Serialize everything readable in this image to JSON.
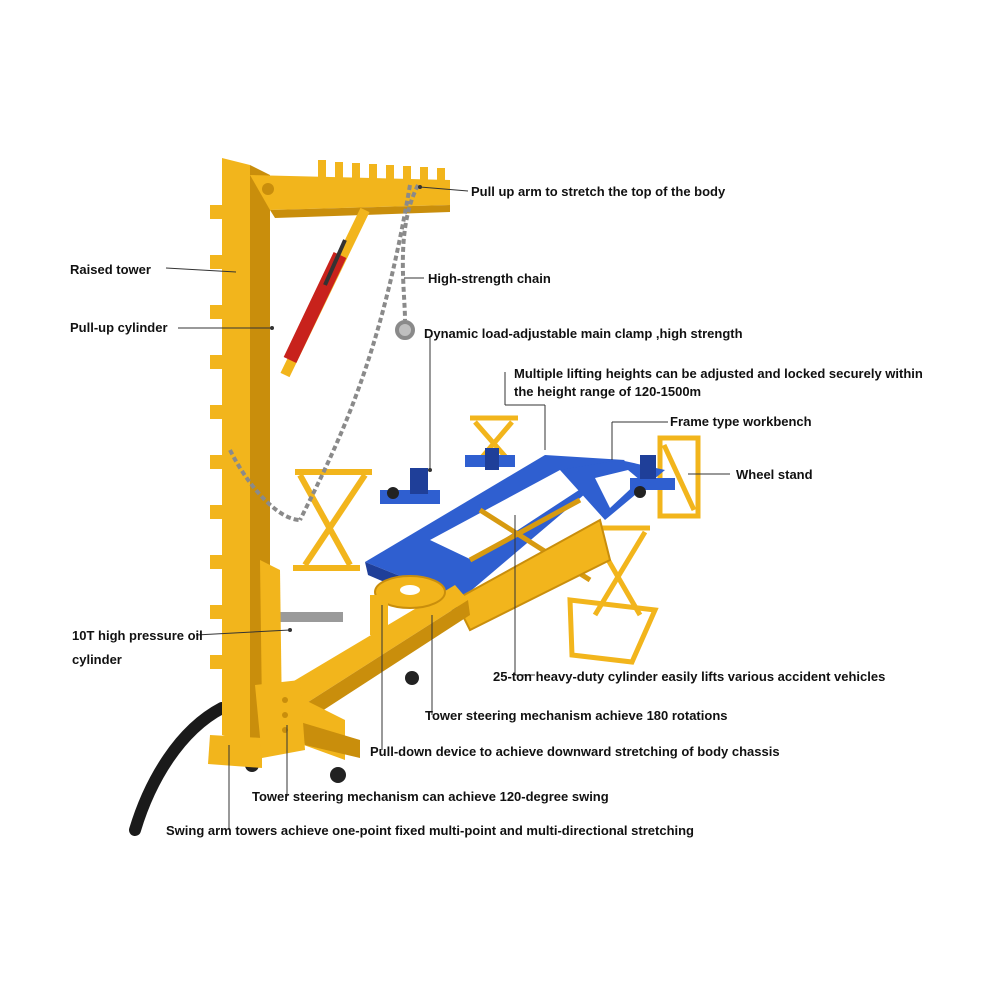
{
  "labels": {
    "pull_up_arm": "Pull up arm to stretch the top of the body",
    "raised_tower": "Raised tower",
    "high_strength_chain": "High-strength chain",
    "pull_up_cylinder": "Pull-up cylinder",
    "main_clamp": "Dynamic load-adjustable main clamp ,high strength",
    "lifting_heights": "Multiple lifting heights can be adjusted and locked securely within the height range of 120-1500m",
    "frame_workbench": "Frame type workbench",
    "wheel_stand": "Wheel stand",
    "oil_cylinder": "10T high pressure oil cylinder",
    "heavy_cylinder": "25-ton heavy-duty cylinder easily lifts various accident vehicles",
    "tower_steering_180": "Tower steering mechanism achieve 180 rotations",
    "pull_down_device": "Pull-down device to achieve downward stretching of body chassis",
    "tower_steering_120": "Tower steering mechanism can achieve 120-degree swing",
    "swing_arm_towers": "Swing arm towers achieve one-point fixed multi-point and multi-directional stretching"
  },
  "colors": {
    "tower_yellow": "#f2b51c",
    "tower_shadow": "#c98e0c",
    "frame_blue": "#2f5fd0",
    "frame_blue_dark": "#1f3f99",
    "cylinder_red": "#c8221c",
    "chain_gray": "#8a8a8a",
    "hose_black": "#1a1a1a",
    "leader_line": "#333333"
  }
}
